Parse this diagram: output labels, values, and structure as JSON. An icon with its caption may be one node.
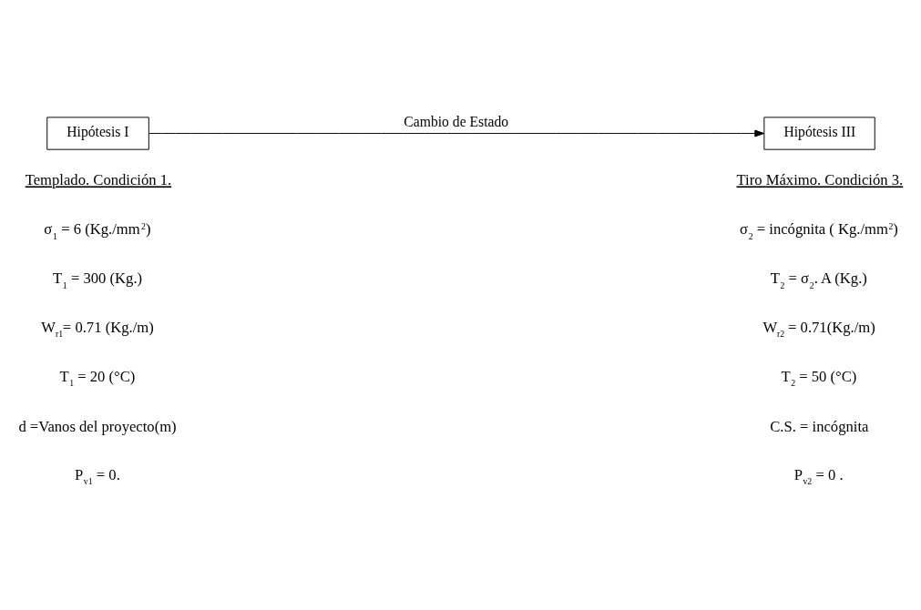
{
  "diagram": {
    "nodes": [
      {
        "text": [
          "Hipótesis I"
        ]
      },
      {
        "text": [
          "Hipótesis III"
        ]
      }
    ],
    "edges": [
      {
        "from": 0,
        "to": 1,
        "arrow": "to",
        "label": "Cambio de Estado"
      }
    ],
    "labels": [
      "Templado. Condición 1.",
      "σ$_{1}$ = 6 (Kg./mm$^{2}$)",
      "T$_{1}$ = 300 (Kg.)",
      "W$_{r1}$= 0.71 (Kg./m)",
      "T$_{1}$ = 20 (°C)",
      "d =Vanos del proyecto(m)",
      "P$_{v1}$ = 0.",
      "Tiro Máximo. Condición 3.",
      "σ$_{2}$ = incógnita ( Kg./mm$^{2}$)",
      "T$_{2}$ = σ$_{2}$. A (Kg.)",
      "W$_{r2}$ = 0.71(Kg./m)",
      "T$_{2}$ = 50 (°C)",
      "C.S. = incógnita",
      "P$_{v2}$ = 0 ."
    ]
  }
}
